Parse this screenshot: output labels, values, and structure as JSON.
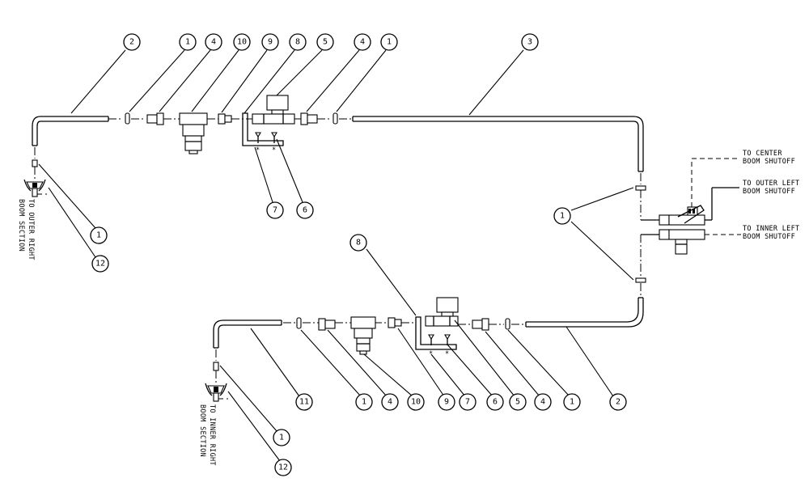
{
  "callouts": {
    "top_row": [
      "2",
      "1",
      "4",
      "10",
      "9",
      "8",
      "5",
      "4",
      "1",
      "3"
    ],
    "upper_mount": [
      "7",
      "6"
    ],
    "upper_nozzle": [
      "1",
      "12"
    ],
    "tee": "1",
    "lower_bracket": "8",
    "bottom_row": [
      "11",
      "1",
      "4",
      "10",
      "9",
      "7",
      "6",
      "5",
      "4",
      "1",
      "2"
    ],
    "lower_nozzle": [
      "1",
      "12"
    ]
  },
  "notes": {
    "outer_right": [
      "TO OUTER RIGHT",
      "BOOM SECTION"
    ],
    "inner_right": [
      "TO INNER RIGHT",
      "BOOM SECTION"
    ],
    "center": [
      "TO CENTER",
      "BOOM SHUTOFF"
    ],
    "outer_left": [
      "TO OUTER LEFT",
      "BOOM SHUTOFF"
    ],
    "inner_left": [
      "TO INNER LEFT",
      "BOOM SHUTOFF"
    ]
  }
}
